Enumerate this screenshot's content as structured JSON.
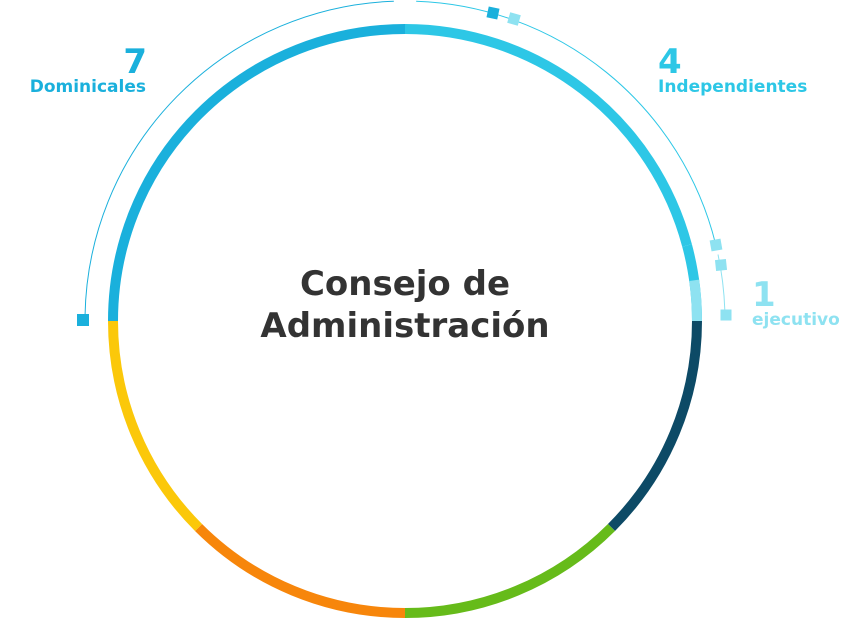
{
  "title": {
    "line1": "Consejo de",
    "line2": "Administración"
  },
  "colors": {
    "text_dark": "#333333",
    "dominicales": "#1ab0dc",
    "independientes": "#2dc7e6",
    "ejecutivo": "#8ee2f1",
    "dark_teal": "#0d4a66",
    "green": "#66bb1a",
    "orange": "#f7860b",
    "yellow": "#fbc80a"
  },
  "groups": [
    {
      "key": "dominicales",
      "count": "7",
      "label": "Dominicales"
    },
    {
      "key": "independientes",
      "count": "4",
      "label": "Independientes"
    },
    {
      "key": "ejecutivo",
      "count": "1",
      "label": "ejecutivo"
    }
  ]
}
